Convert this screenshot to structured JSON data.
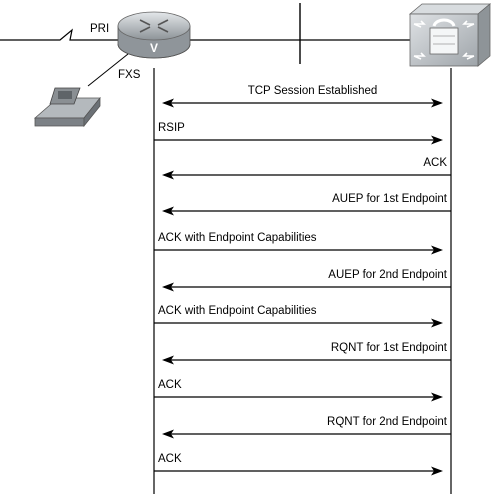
{
  "labels": {
    "pri": "PRI",
    "fxs": "FXS",
    "router_glyph": "V"
  },
  "messages": [
    {
      "text": "TCP Session Established",
      "direction": "both"
    },
    {
      "text": "RSIP",
      "direction": "right"
    },
    {
      "text": "ACK",
      "direction": "left"
    },
    {
      "text": "AUEP for 1st Endpoint",
      "direction": "left"
    },
    {
      "text": "ACK with Endpoint Capabilities",
      "direction": "right"
    },
    {
      "text": "AUEP for 2nd Endpoint",
      "direction": "left"
    },
    {
      "text": "ACK with Endpoint Capabilities",
      "direction": "right"
    },
    {
      "text": "RQNT for 1st Endpoint",
      "direction": "left"
    },
    {
      "text": "ACK",
      "direction": "right"
    },
    {
      "text": "RQNT for 2nd Endpoint",
      "direction": "left"
    },
    {
      "text": "ACK",
      "direction": "right"
    }
  ],
  "icons": {
    "router": "voice-router-icon",
    "phone": "analog-phone-icon",
    "call_agent": "call-agent-icon"
  },
  "colors": {
    "router_top": "#cfd3d6",
    "router_body": "#9aa0a5",
    "call_agent": "#bfc4c8",
    "phone": "#8a8f93",
    "line": "#000000"
  }
}
